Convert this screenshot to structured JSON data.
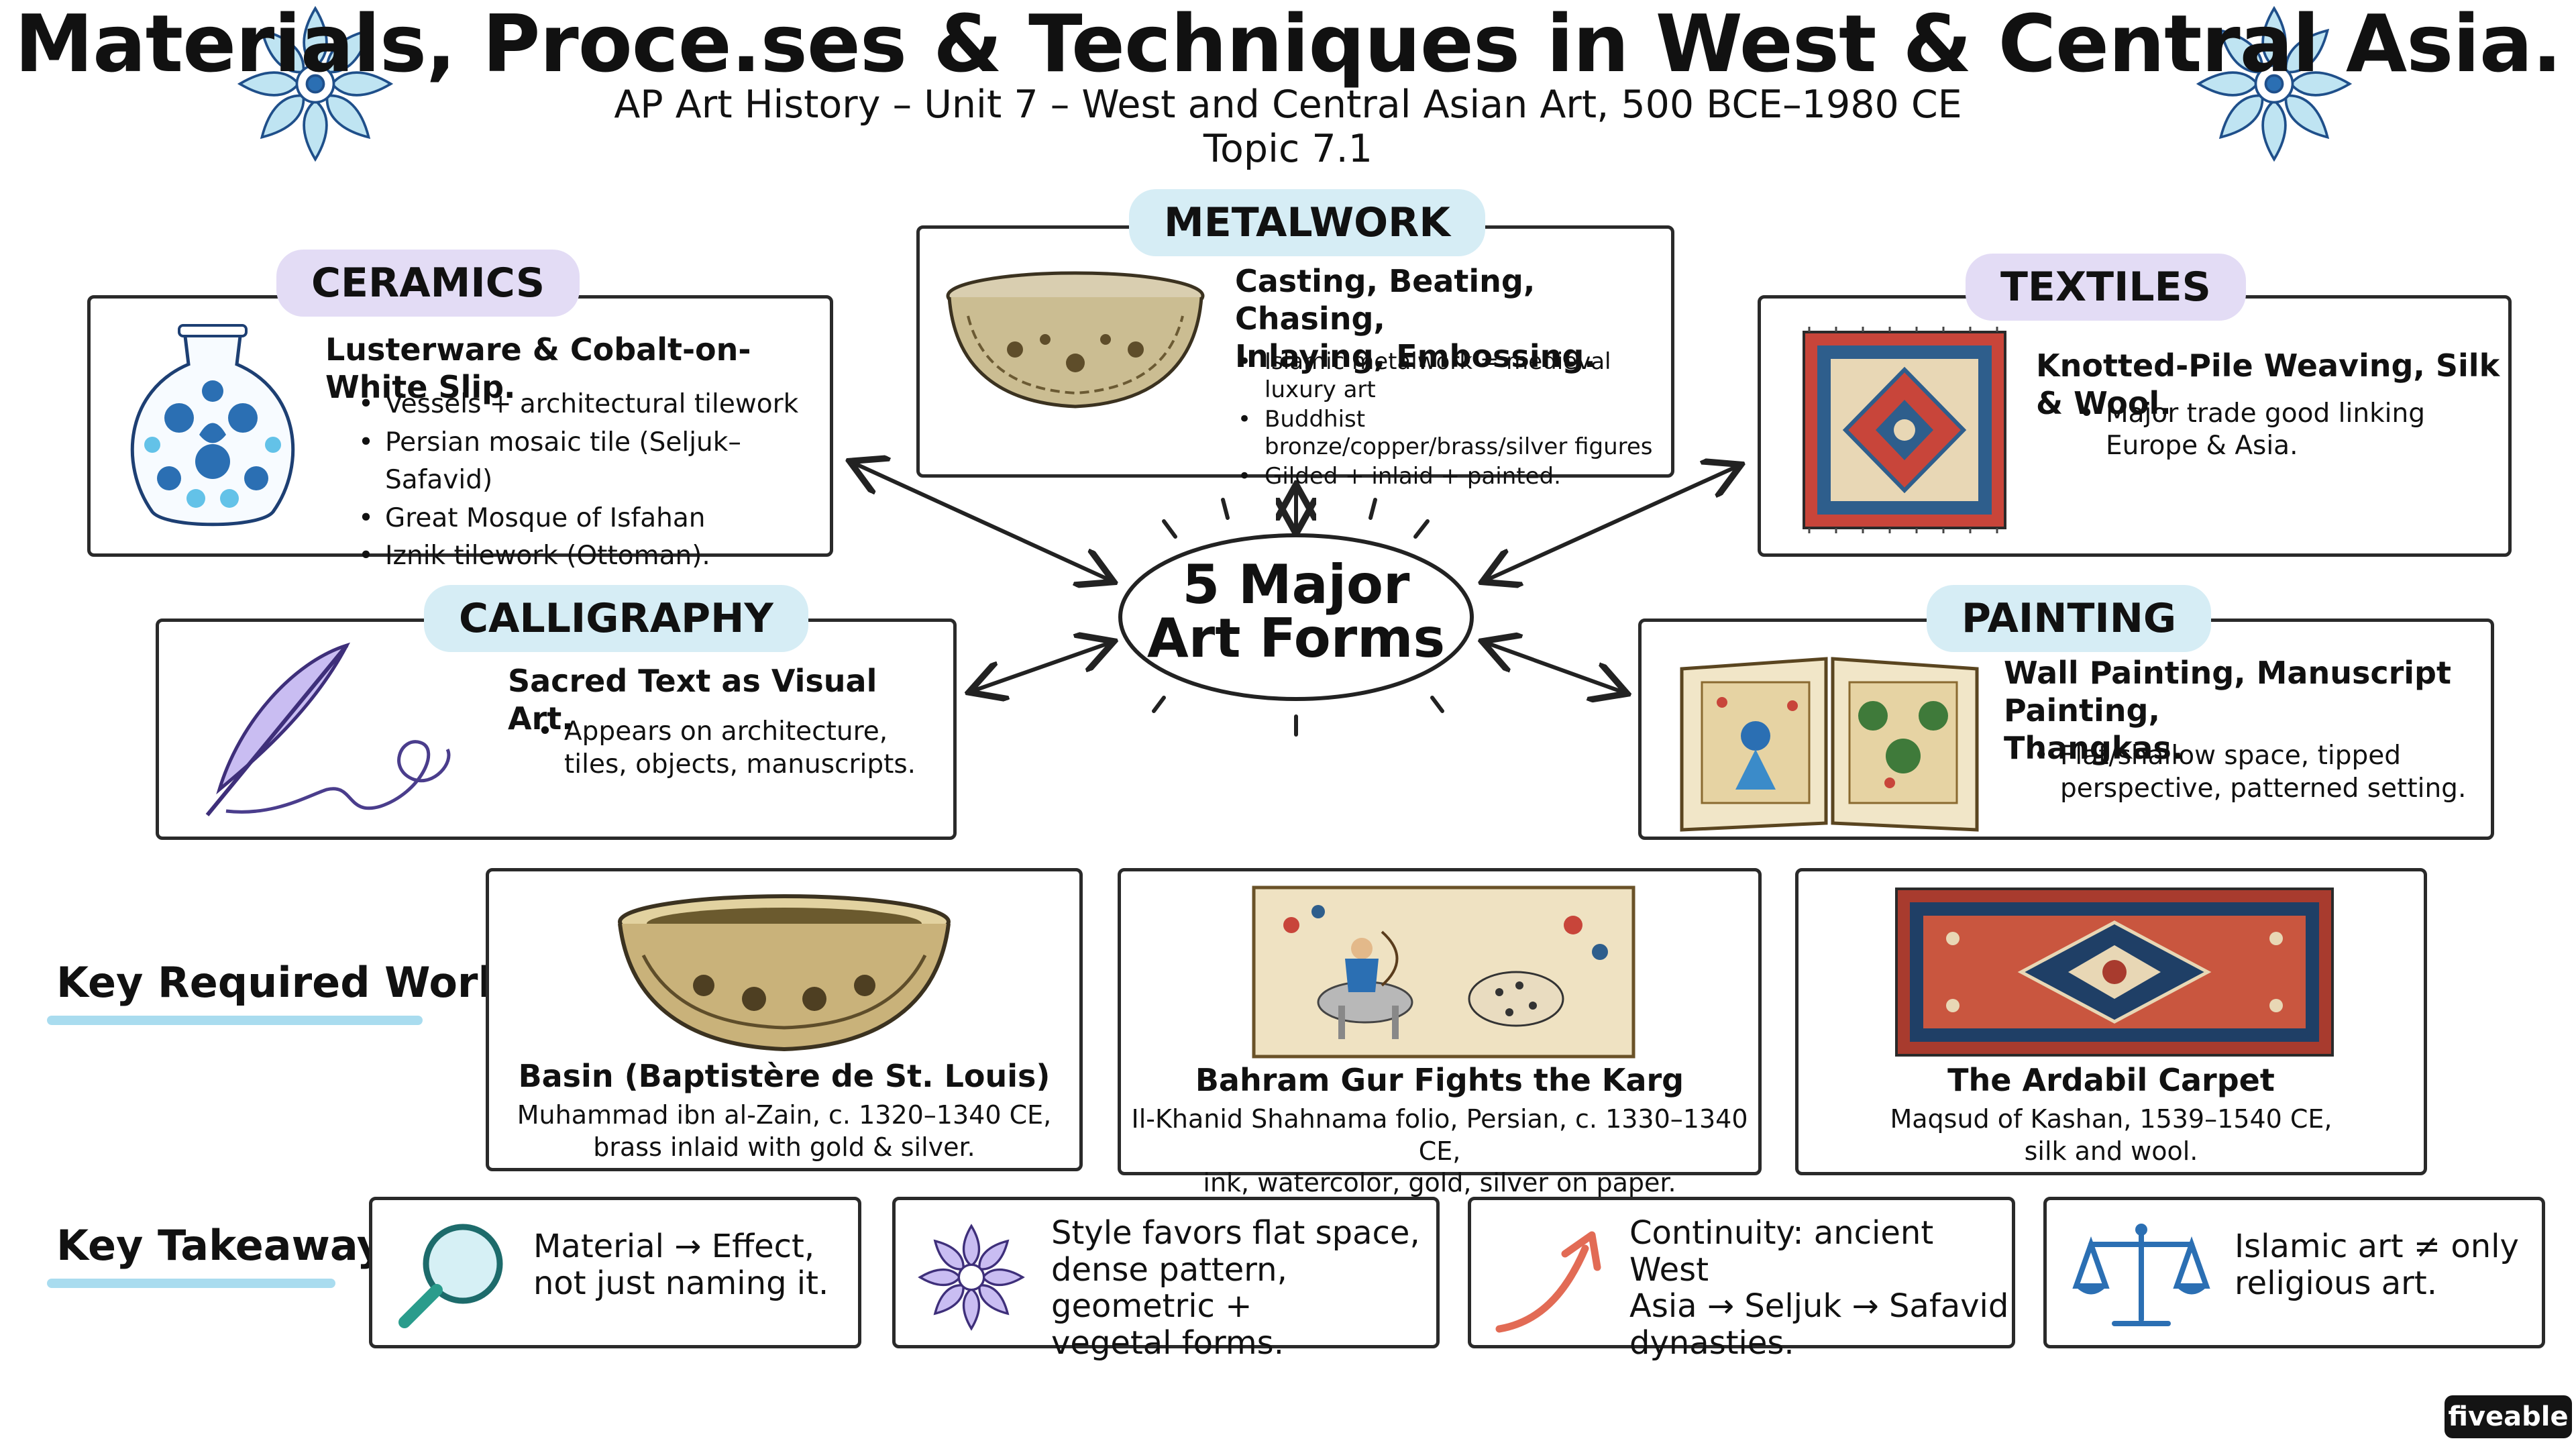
{
  "header": {
    "title": "Materials, Proce.ses & Techniques in West & Central Asia.",
    "subtitle": "AP Art History – Unit 7 – West and Central Asian Art, 500 BCE–1980 CE",
    "topic": "Topic 7.1"
  },
  "center": {
    "line1": "5 Major",
    "line2": "Art Forms"
  },
  "forms": {
    "ceramics": {
      "label": "CERAMICS",
      "heading": "Lusterware & Cobalt-on-White Slip.",
      "points": [
        "Vessels + architectural tilework",
        "Persian mosaic tile (Seljuk–Safavid)",
        "Great Mosque of Isfahan",
        "Iznik tilework (Ottoman)."
      ]
    },
    "metalwork": {
      "label": "METALWORK",
      "heading1": "Casting, Beating, Chasing,",
      "heading2": "Inlaying, Embossing.",
      "points": [
        "Islamic metalwork = medieval luxury art",
        "Buddhist bronze/copper/brass/silver figures",
        "Gilded + inlaid + painted."
      ]
    },
    "textiles": {
      "label": "TEXTILES",
      "heading": "Knotted-Pile Weaving, Silk & Wool.",
      "points": [
        "Major trade good linking Europe & Asia."
      ]
    },
    "calligraphy": {
      "label": "CALLIGRAPHY",
      "heading": "Sacred Text as Visual Art.",
      "points": [
        "Appears on architecture, tiles, objects, manuscripts."
      ]
    },
    "painting": {
      "label": "PAINTING",
      "heading1": "Wall Painting, Manuscript Painting,",
      "heading2": "Thangkas.",
      "points": [
        "Flat/shallow space, tipped perspective, patterned setting."
      ]
    }
  },
  "works_label": "Key Required Works",
  "works": [
    {
      "name": "Basin (Baptistère de St. Louis)",
      "desc1": "Muhammad ibn al-Zain, c. 1320–1340 CE,",
      "desc2": "brass inlaid with gold & silver."
    },
    {
      "name": "Bahram Gur Fights the Karg",
      "desc1": "Il-Khanid Shahnama folio, Persian, c. 1330–1340 CE,",
      "desc2": "ink, watercolor, gold, silver on paper."
    },
    {
      "name": "The Ardabil Carpet",
      "desc1": "Maqsud of Kashan, 1539–1540 CE,",
      "desc2": "silk and wool."
    }
  ],
  "takeaways_label": "Key Takeaways",
  "takeaways": [
    {
      "lines": [
        "Material → Effect,",
        "not just naming it."
      ],
      "icon": "magnifier-icon"
    },
    {
      "lines": [
        "Style favors flat space,",
        "dense pattern, geometric +",
        "vegetal forms."
      ],
      "icon": "flower-icon"
    },
    {
      "lines": [
        "Continuity: ancient West",
        "Asia → Seljuk → Safavid",
        "dynasties."
      ],
      "icon": "arrow-up-icon"
    },
    {
      "lines": [
        "Islamic art ≠ only",
        "religious art."
      ],
      "icon": "scales-icon"
    }
  ],
  "brand": "fiveable",
  "colors": {
    "lavender": "#e3dcf5",
    "light_blue": "#d6edf5",
    "underline": "#a9dcef",
    "cobalt": "#2b6fb3"
  }
}
